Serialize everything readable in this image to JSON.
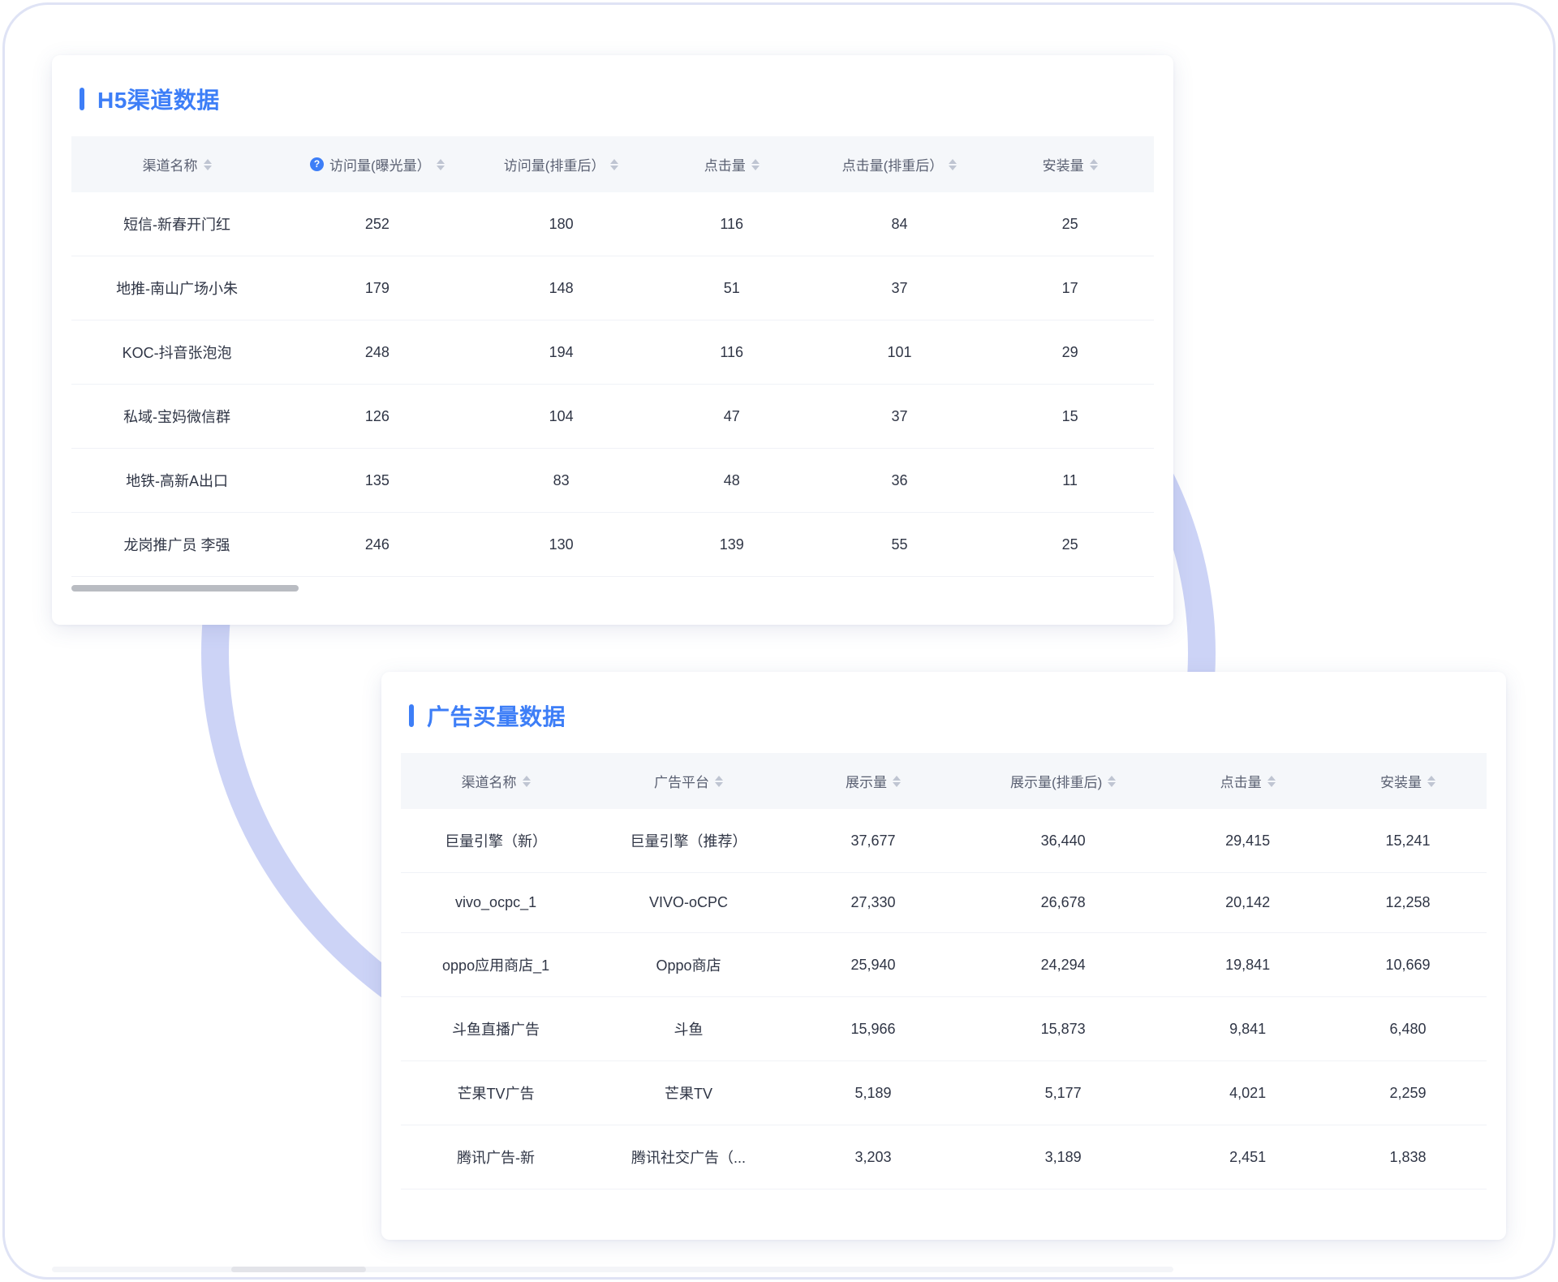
{
  "accent_color": "#3d7ef7",
  "decor_arc_color": "#c9d1f5",
  "cards": {
    "h5": {
      "title": "H5渠道数据",
      "columns": [
        {
          "label": "渠道名称",
          "has_help": false,
          "sortable": true
        },
        {
          "label": "访问量(曝光量）",
          "has_help": true,
          "sortable": true
        },
        {
          "label": "访问量(排重后）",
          "has_help": false,
          "sortable": true
        },
        {
          "label": "点击量",
          "has_help": false,
          "sortable": true
        },
        {
          "label": "点击量(排重后）",
          "has_help": false,
          "sortable": true
        },
        {
          "label": "安装量",
          "has_help": false,
          "sortable": true
        }
      ],
      "rows": [
        [
          "短信-新春开门红",
          "252",
          "180",
          "116",
          "84",
          "25"
        ],
        [
          "地推-南山广场小朱",
          "179",
          "148",
          "51",
          "37",
          "17"
        ],
        [
          "KOC-抖音张泡泡",
          "248",
          "194",
          "116",
          "101",
          "29"
        ],
        [
          "私域-宝妈微信群",
          "126",
          "104",
          "47",
          "37",
          "15"
        ],
        [
          "地铁-高新A出口",
          "135",
          "83",
          "48",
          "36",
          "11"
        ],
        [
          "龙岗推广员 李强",
          "246",
          "130",
          "139",
          "55",
          "25"
        ]
      ]
    },
    "ads": {
      "title": "广告买量数据",
      "columns": [
        {
          "label": "渠道名称",
          "has_help": false,
          "sortable": true
        },
        {
          "label": "广告平台",
          "has_help": false,
          "sortable": true
        },
        {
          "label": "展示量",
          "has_help": false,
          "sortable": true
        },
        {
          "label": "展示量(排重后)",
          "has_help": false,
          "sortable": true
        },
        {
          "label": "点击量",
          "has_help": false,
          "sortable": true
        },
        {
          "label": "安装量",
          "has_help": false,
          "sortable": true
        }
      ],
      "rows": [
        [
          "巨量引擎（新）",
          "巨量引擎（推荐）",
          "37,677",
          "36,440",
          "29,415",
          "15,241"
        ],
        [
          "vivo_ocpc_1",
          "VIVO-oCPC",
          "27,330",
          "26,678",
          "20,142",
          "12,258"
        ],
        [
          "oppo应用商店_1",
          "Oppo商店",
          "25,940",
          "24,294",
          "19,841",
          "10,669"
        ],
        [
          "斗鱼直播广告",
          "斗鱼",
          "15,966",
          "15,873",
          "9,841",
          "6,480"
        ],
        [
          "芒果TV广告",
          "芒果TV",
          "5,189",
          "5,177",
          "4,021",
          "2,259"
        ],
        [
          "腾讯广告-新",
          "腾讯社交广告（...",
          "3,203",
          "3,189",
          "2,451",
          "1,838"
        ]
      ]
    }
  },
  "icons": {
    "help": "?",
    "sort": "sort-icon"
  }
}
